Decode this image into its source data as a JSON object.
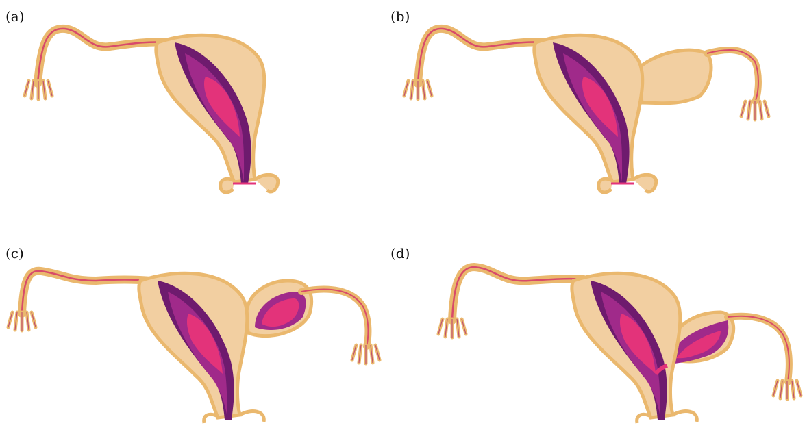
{
  "panels": [
    {
      "label": "(a)",
      "variant": "unicornuate uterus without rudimentary horn"
    },
    {
      "label": "(b)",
      "variant": "unicornuate uterus with non-cavitary rudimentary horn"
    },
    {
      "label": "(c)",
      "variant": "unicornuate uterus with cavitary non-communicating horn"
    },
    {
      "label": "(d)",
      "variant": "unicornuate uterus with cavitary communicating horn"
    }
  ],
  "colors": {
    "wall": "#f2cfa1",
    "wall_edge": "#eab86e",
    "cavity_outer": "#6e1b6e",
    "cavity_mid": "#a02a8a",
    "cavity_inner": "#e3337a",
    "tube_line": "#d84a6a",
    "background": "#ffffff"
  },
  "icons": [
    "uterus-illustration",
    "fallopian-tube",
    "fimbriae",
    "rudimentary-horn"
  ]
}
